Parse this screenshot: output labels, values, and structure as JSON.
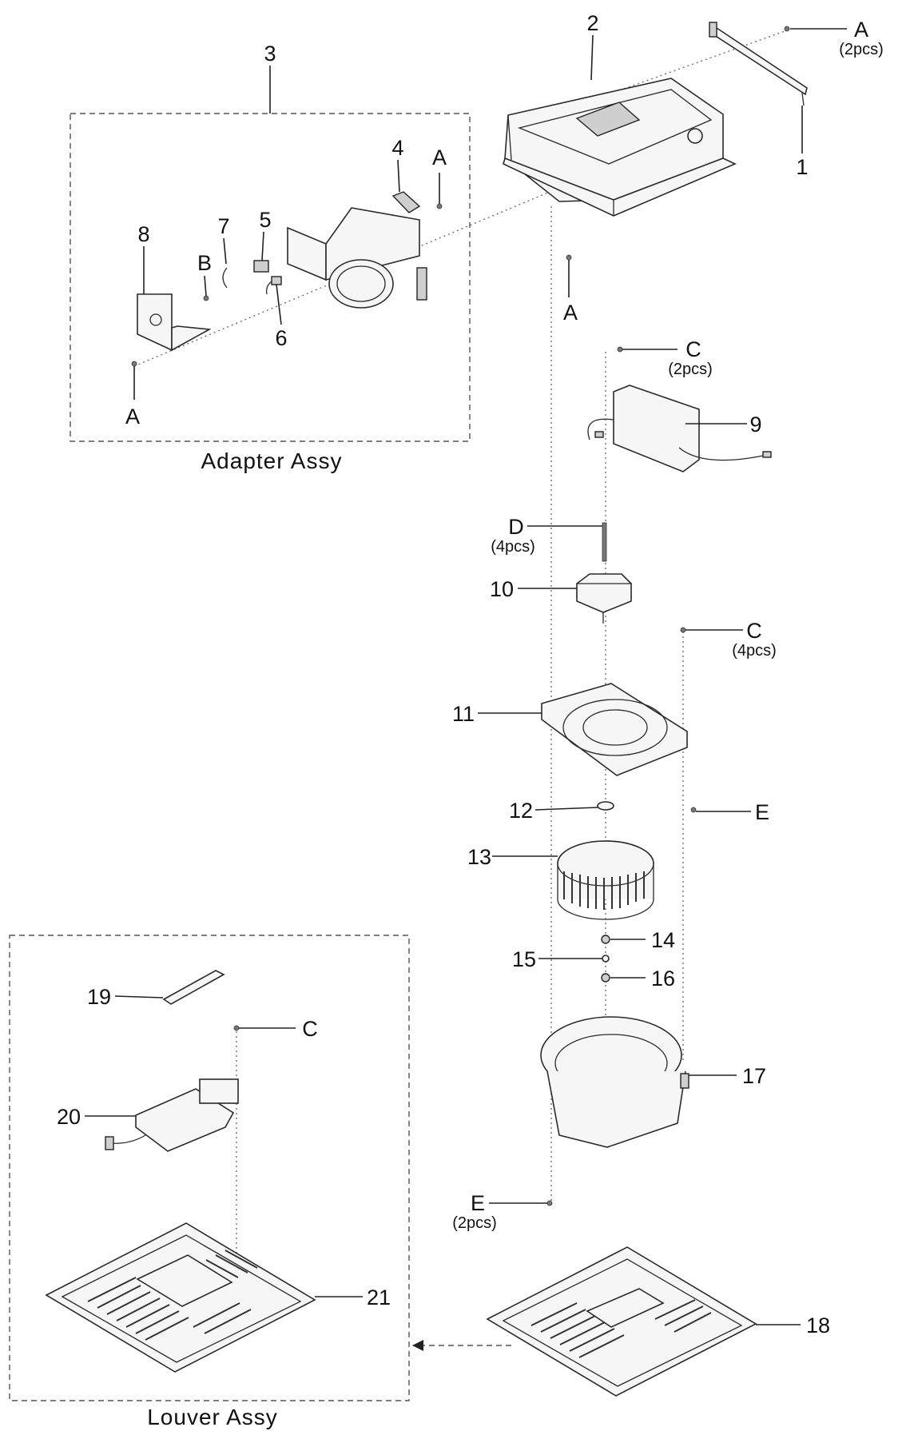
{
  "assemblies": {
    "adapter": "Adapter Assy",
    "louver": "Louver Assy"
  },
  "callouts": {
    "c1": "1",
    "c2": "2",
    "c3": "3",
    "c4": "4",
    "c5": "5",
    "c6": "6",
    "c7": "7",
    "c8": "8",
    "c9": "9",
    "c10": "10",
    "c11": "11",
    "c12": "12",
    "c13": "13",
    "c14": "14",
    "c15": "15",
    "c16": "16",
    "c17": "17",
    "c18": "18",
    "c19": "19",
    "c20": "20",
    "c21": "21"
  },
  "fasteners": {
    "a_top": "A",
    "a_top_qty": "(2pcs)",
    "a_adapter_right": "A",
    "b_adapter": "B",
    "a_adapter_bottom": "A",
    "a_center": "A",
    "c_upper": "C",
    "c_upper_qty": "(2pcs)",
    "d": "D",
    "d_qty": "(4pcs)",
    "c_mid": "C",
    "c_mid_qty": "(4pcs)",
    "e_right": "E",
    "c_louver": "C",
    "e_bottom": "E",
    "e_bottom_qty": "(2pcs)"
  }
}
